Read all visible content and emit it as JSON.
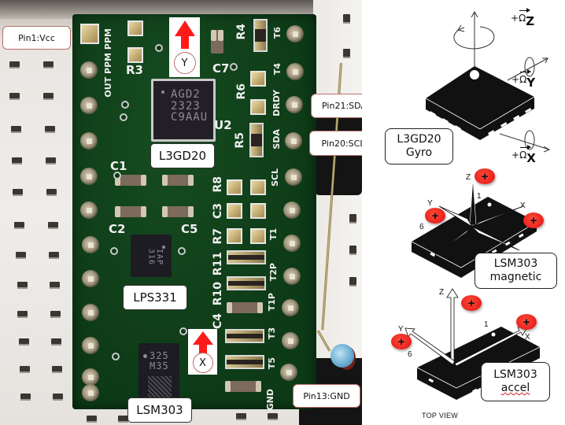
{
  "photo": {
    "pin_labels": [
      {
        "id": "vcc",
        "text": "Pin1:Vcc"
      },
      {
        "id": "sda",
        "text": "Pin21:SDA"
      },
      {
        "id": "scl",
        "text": "Pin20:SCL"
      },
      {
        "id": "gnd",
        "text": "Pin13:GND"
      }
    ],
    "chip_labels": [
      {
        "id": "l3gd20",
        "text": "L3GD20"
      },
      {
        "id": "lps331",
        "text": "LPS331"
      },
      {
        "id": "lsm303",
        "text": "LSM303"
      }
    ],
    "axis_markers": [
      {
        "id": "y",
        "text": "Y"
      },
      {
        "id": "x",
        "text": "X"
      }
    ],
    "arrow_color": "#ff1a1a",
    "chip_markings": {
      "u2": [
        "AGD2",
        "2323",
        "C9AAU"
      ],
      "lps331": [
        "IAP",
        "316"
      ],
      "lsm303": [
        "325",
        "M35"
      ]
    },
    "silkscreen": {
      "r3": "R3",
      "c7": "C7",
      "r4": "R4",
      "u2": "U2",
      "r6": "R6",
      "r5": "R5",
      "c1": "C1",
      "c2": "C2",
      "c5": "C5",
      "r8": "R8",
      "c3": "C3",
      "r7": "R7",
      "r11": "R11",
      "r10": "R10",
      "c4": "C4",
      "left_col": "OUT PPM PPM",
      "t6": "T6",
      "t4": "T4",
      "drdy": "DRDY",
      "sda": "SDA",
      "scl": "SCL",
      "t1": "T1",
      "t2p": "T2P",
      "t2n": "T1P",
      "t3": "T3",
      "t5": "T5",
      "gnd": "GND"
    }
  },
  "diagram": {
    "gyro": {
      "label_line1": "L3GD20",
      "label_line2": "Gyro",
      "axes": [
        {
          "id": "z",
          "prefix": "+",
          "symbol": "Ω",
          "sub": "Z"
        },
        {
          "id": "y",
          "prefix": "+",
          "symbol": "Ω",
          "sub": "Y"
        },
        {
          "id": "x",
          "prefix": "+",
          "symbol": "Ω",
          "sub": "X"
        }
      ]
    },
    "magnetic": {
      "label_line1": "LSM303",
      "label_line2": "magnetic",
      "axis_letters": {
        "z": "Z",
        "y": "Y",
        "x": "X"
      },
      "pin_numbers": {
        "one": "1",
        "six": "6"
      },
      "plus": "+"
    },
    "accel": {
      "label_line1": "LSM303",
      "label_line2": "accel",
      "axis_letters": {
        "z": "Z",
        "y": "Y",
        "x": "X"
      },
      "pin_numbers": {
        "one": "1",
        "six": "6"
      },
      "plus": "+",
      "caption": "TOP VIEW"
    },
    "plus_color": "#e81a1a"
  }
}
